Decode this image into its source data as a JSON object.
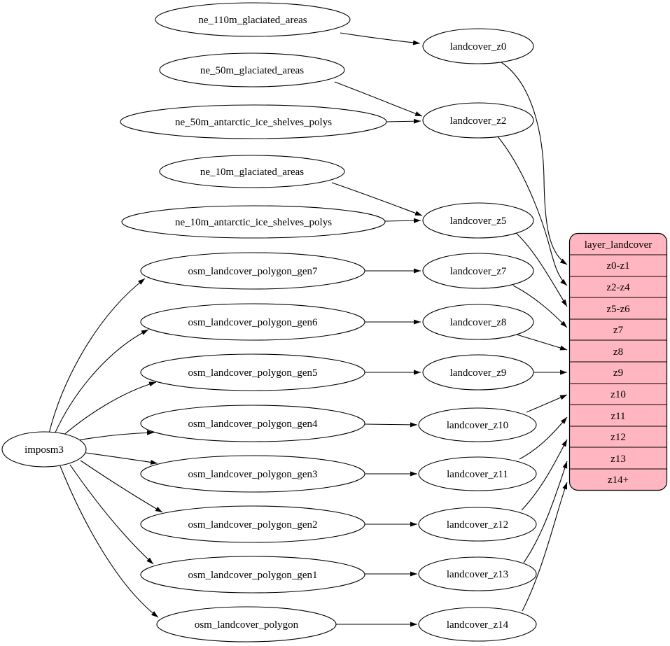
{
  "diagram": {
    "type": "dependency-graph",
    "tool": {
      "label": "imposm3"
    },
    "sources": [
      "ne_110m_glaciated_areas",
      "ne_50m_glaciated_areas",
      "ne_50m_antarctic_ice_shelves_polys",
      "ne_10m_glaciated_areas",
      "ne_10m_antarctic_ice_shelves_polys",
      "osm_landcover_polygon_gen7",
      "osm_landcover_polygon_gen6",
      "osm_landcover_polygon_gen5",
      "osm_landcover_polygon_gen4",
      "osm_landcover_polygon_gen3",
      "osm_landcover_polygon_gen2",
      "osm_landcover_polygon_gen1",
      "osm_landcover_polygon"
    ],
    "intermediates": [
      "landcover_z0",
      "landcover_z2",
      "landcover_z5",
      "landcover_z7",
      "landcover_z8",
      "landcover_z9",
      "landcover_z10",
      "landcover_z11",
      "landcover_z12",
      "landcover_z13",
      "landcover_z14"
    ],
    "table": {
      "title": "layer_landcover",
      "rows": [
        "z0-z1",
        "z2-z4",
        "z5-z6",
        "z7",
        "z8",
        "z9",
        "z10",
        "z11",
        "z12",
        "z13",
        "z14+"
      ]
    },
    "edges": [
      [
        "ne_110m_glaciated_areas",
        "landcover_z0"
      ],
      [
        "ne_50m_glaciated_areas",
        "landcover_z2"
      ],
      [
        "ne_50m_antarctic_ice_shelves_polys",
        "landcover_z2"
      ],
      [
        "ne_10m_glaciated_areas",
        "landcover_z5"
      ],
      [
        "ne_10m_antarctic_ice_shelves_polys",
        "landcover_z5"
      ],
      [
        "osm_landcover_polygon_gen7",
        "landcover_z7"
      ],
      [
        "osm_landcover_polygon_gen6",
        "landcover_z8"
      ],
      [
        "osm_landcover_polygon_gen5",
        "landcover_z9"
      ],
      [
        "osm_landcover_polygon_gen4",
        "landcover_z10"
      ],
      [
        "osm_landcover_polygon_gen3",
        "landcover_z11"
      ],
      [
        "osm_landcover_polygon_gen2",
        "landcover_z12"
      ],
      [
        "osm_landcover_polygon_gen1",
        "landcover_z13"
      ],
      [
        "osm_landcover_polygon",
        "landcover_z14"
      ],
      [
        "imposm3",
        "osm_landcover_polygon_gen7"
      ],
      [
        "imposm3",
        "osm_landcover_polygon_gen6"
      ],
      [
        "imposm3",
        "osm_landcover_polygon_gen5"
      ],
      [
        "imposm3",
        "osm_landcover_polygon_gen4"
      ],
      [
        "imposm3",
        "osm_landcover_polygon_gen3"
      ],
      [
        "imposm3",
        "osm_landcover_polygon_gen2"
      ],
      [
        "imposm3",
        "osm_landcover_polygon_gen1"
      ],
      [
        "imposm3",
        "osm_landcover_polygon"
      ],
      [
        "landcover_z0",
        "z0-z1"
      ],
      [
        "landcover_z2",
        "z2-z4"
      ],
      [
        "landcover_z5",
        "z5-z6"
      ],
      [
        "landcover_z7",
        "z7"
      ],
      [
        "landcover_z8",
        "z8"
      ],
      [
        "landcover_z9",
        "z9"
      ],
      [
        "landcover_z10",
        "z10"
      ],
      [
        "landcover_z11",
        "z11"
      ],
      [
        "landcover_z12",
        "z12"
      ],
      [
        "landcover_z13",
        "z13"
      ],
      [
        "landcover_z14",
        "z14+"
      ]
    ],
    "colors": {
      "table_fill": "#ffb6c1",
      "node_fill": "#ffffff",
      "stroke": "#000000"
    }
  }
}
